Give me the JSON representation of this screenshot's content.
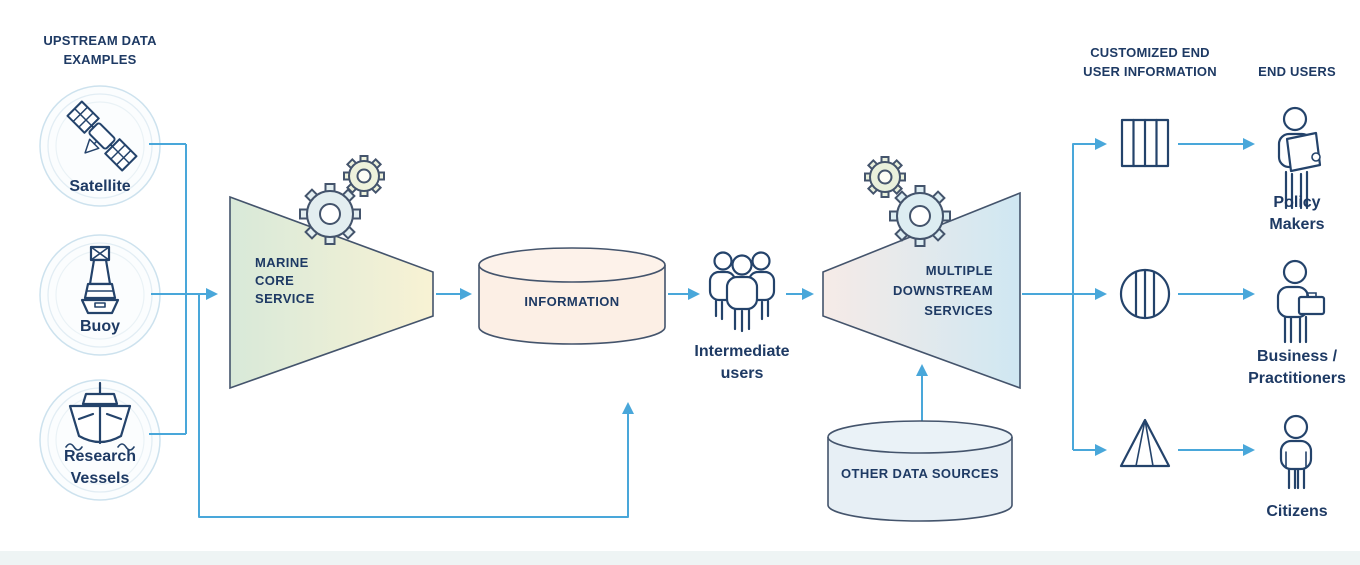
{
  "diagram": {
    "upstream": {
      "title": "UPSTREAM DATA\nEXAMPLES",
      "items": [
        {
          "label": "Satellite",
          "icon": "satellite-icon"
        },
        {
          "label": "Buoy",
          "icon": "buoy-icon"
        },
        {
          "label": "Research\nVessels",
          "icon": "research-vessel-icon"
        }
      ]
    },
    "core": {
      "label": "MARINE\nCORE\nSERVICE",
      "icon": "gears-icon"
    },
    "information": {
      "label": "INFORMATION",
      "icon": "database-cylinder-icon"
    },
    "intermediate_users": {
      "label": "Intermediate\nusers",
      "icon": "people-group-icon"
    },
    "downstream": {
      "label": "MULTIPLE\nDOWNSTREAM\nSERVICES",
      "icon": "gears-icon"
    },
    "other_sources": {
      "label": "OTHER DATA SOURCES",
      "icon": "database-cylinder-icon"
    },
    "custom_info": {
      "title": "CUSTOMIZED END\nUSER INFORMATION"
    },
    "end_users": {
      "title": "END USERS",
      "items": [
        {
          "label": "Policy\nMakers",
          "icon": "policy-makers-icon",
          "channel_icon": "vertical-bars-square-icon"
        },
        {
          "label": "Business /\nPractitioners",
          "icon": "business-practitioners-icon",
          "channel_icon": "vertical-bars-circle-icon"
        },
        {
          "label": "Citizens",
          "icon": "citizen-icon",
          "channel_icon": "pyramid-icon"
        }
      ]
    },
    "colors": {
      "navy_text": "#1e3a64",
      "arrow_blue": "#49a7da",
      "shape_outline": "#44546c",
      "marine_funnel_gradient": [
        "#d8e9d9",
        "#f8f2d4"
      ],
      "downstream_funnel_gradient": [
        "#f6ebe7",
        "#cfe7f2"
      ],
      "information_fill": "#fcefe5",
      "other_sources_fill": "#e7eff5",
      "bottom_band": "#eef4f4"
    }
  }
}
